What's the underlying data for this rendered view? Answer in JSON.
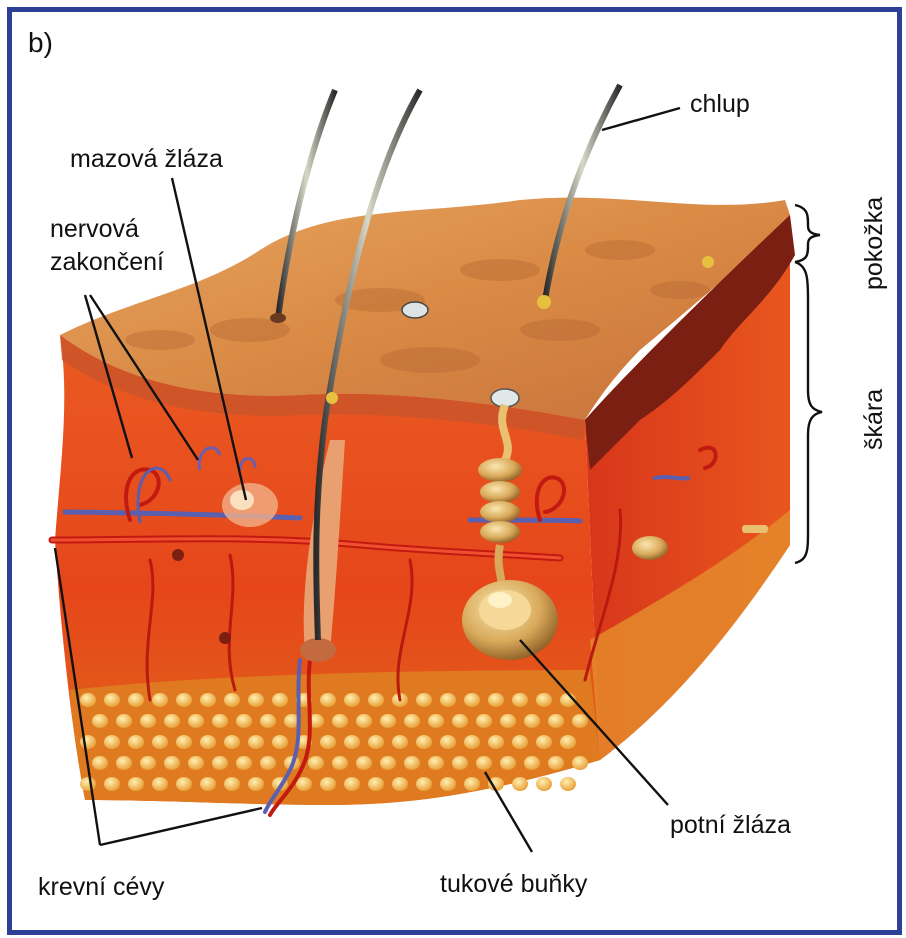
{
  "panel_label": "b)",
  "labels": {
    "hair": "chlup",
    "sebaceous_gland": "mazová žláza",
    "nerve_endings_line1": "nervová",
    "nerve_endings_line2": "zakončení",
    "epidermis": "pokožka",
    "dermis": "škára",
    "blood_vessels": "krevní cévy",
    "fat_cells": "tukové buňky",
    "sweat_gland": "potní žláza"
  },
  "colors": {
    "frame": "#2e3f98",
    "skin_surface": "#d98a45",
    "dermis": "#e8421a",
    "epidermis_edge": "#7a1f12",
    "fat_layer": "#e07a20",
    "fat_cell": "#f3c060",
    "vessel_red": "#c21a10",
    "vessel_blue": "#5a5fb0",
    "gland_gold": "#d8a95a"
  }
}
